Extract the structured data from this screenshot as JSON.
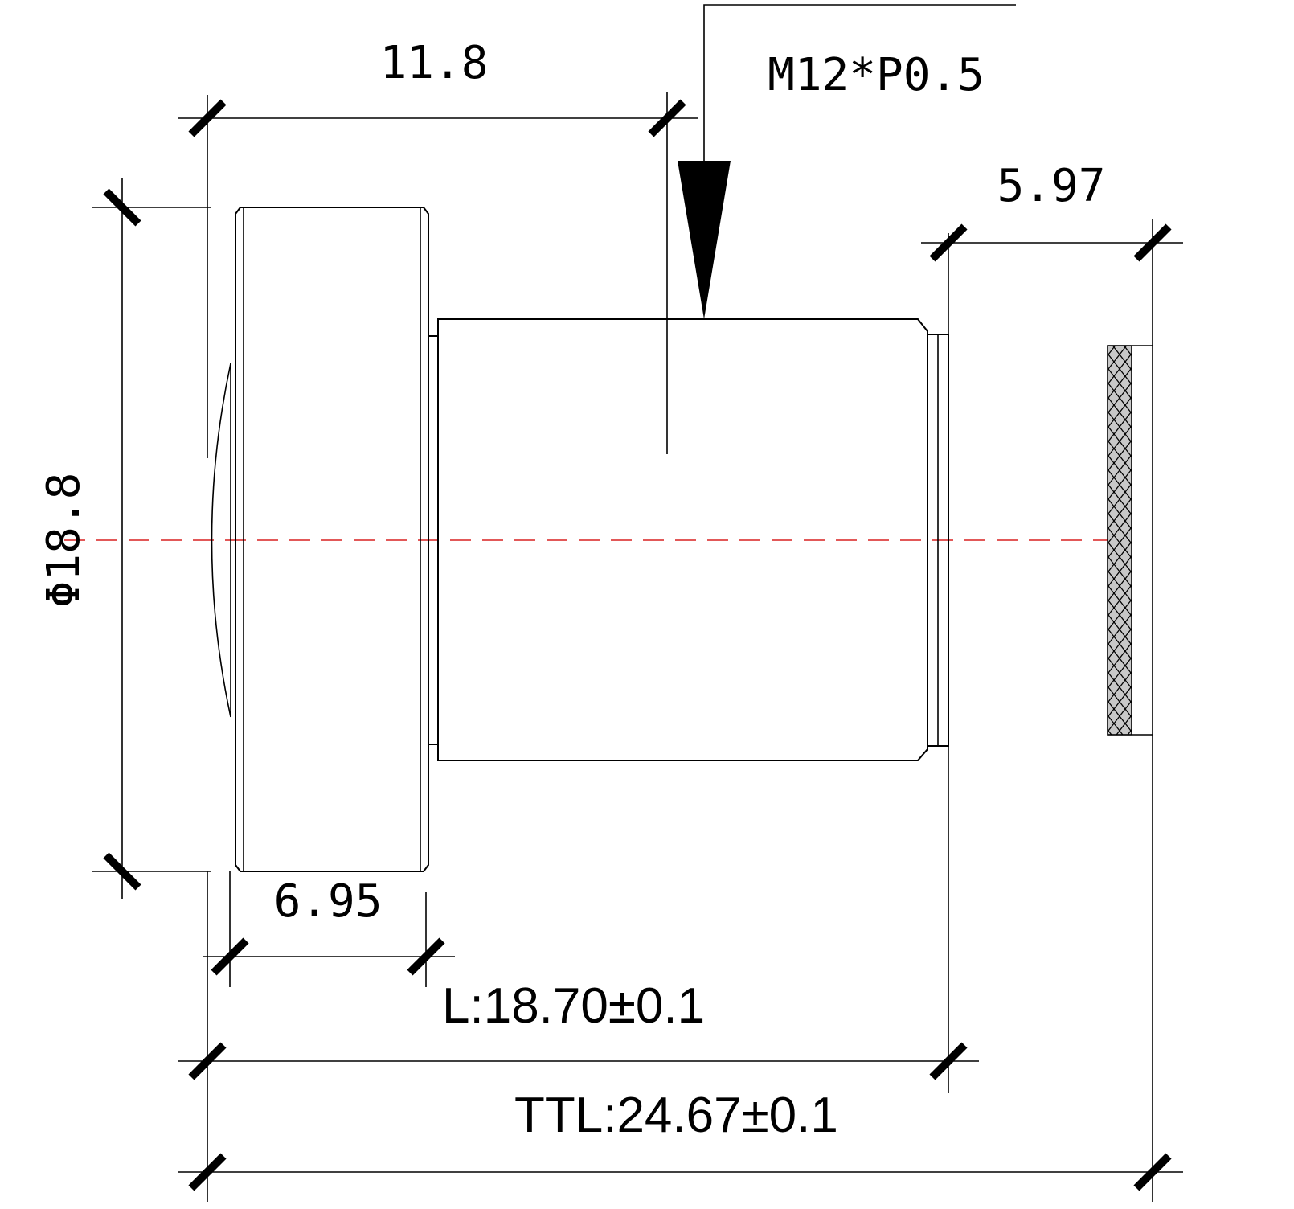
{
  "dimensions": {
    "flange_thread_length": "11.8",
    "thread_spec": "M12*P0.5",
    "back_focal": "5.97",
    "diameter": "Φ18.8",
    "head_length": "6.95",
    "lens_length": "L:18.70±0.1",
    "total_track": "TTL:24.67±0.1"
  },
  "colors": {
    "line": "#000000",
    "optical_axis": "#d92020",
    "sensor_fill": "#c8c8c8"
  }
}
